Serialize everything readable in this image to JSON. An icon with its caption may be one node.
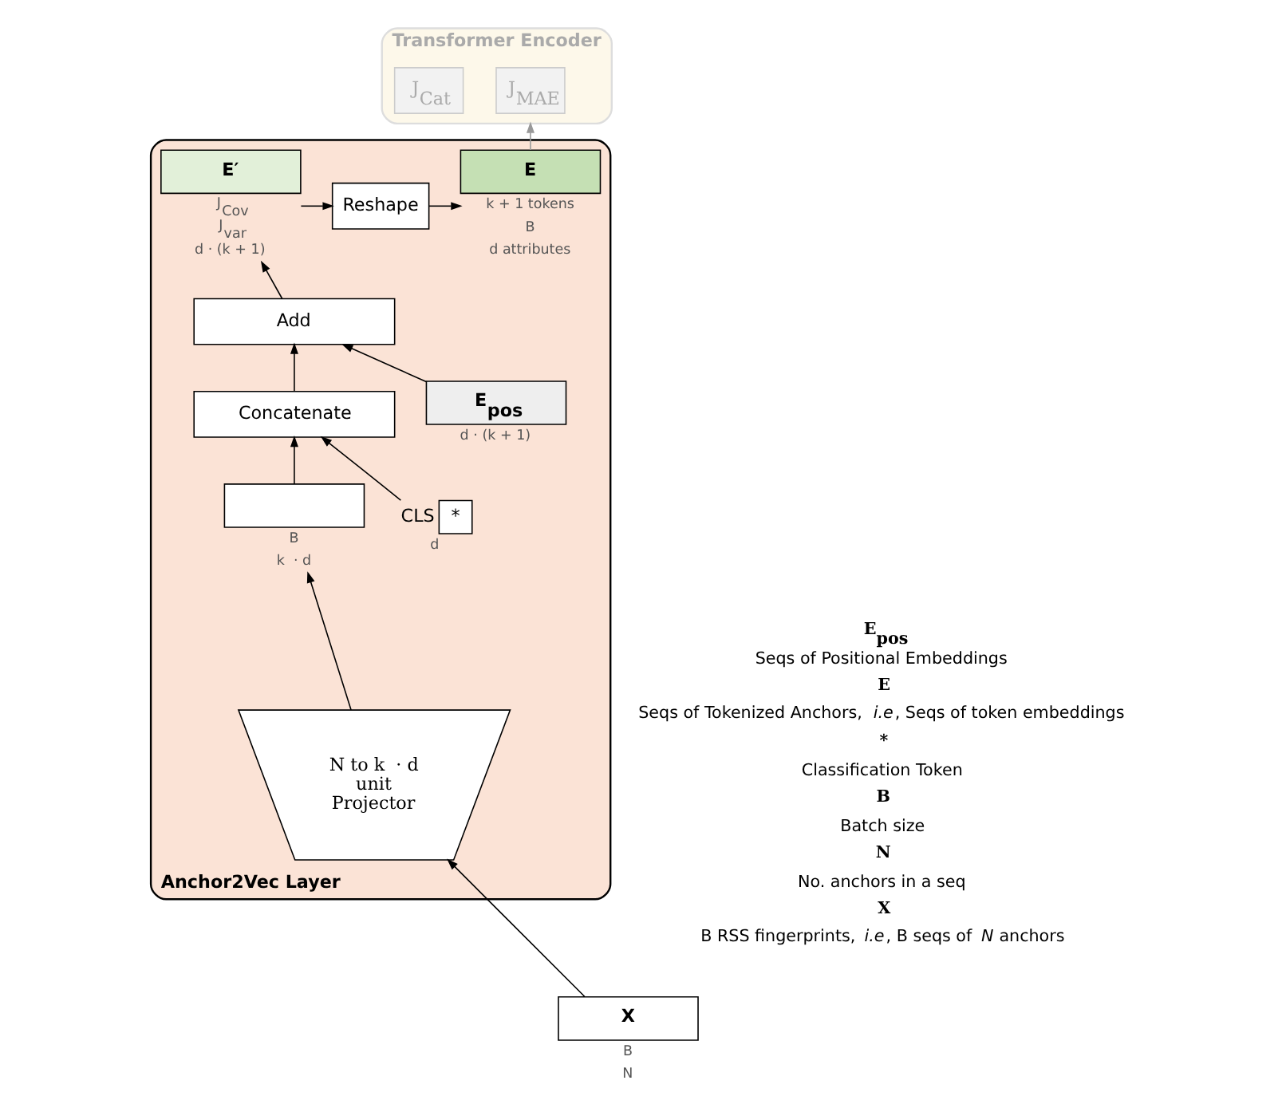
{
  "diagram": {
    "nodes": [
      {
        "text": [
          "Transformer Encoder"
        ]
      },
      {
        "text": [
          "J$_{MAE}$"
        ],
        "in": 0
      },
      {
        "text": [
          "J$_{Cat}$"
        ],
        "in": 0
      },
      {
        "text": [
          "Anchor2Vec Layer"
        ]
      },
      {
        "text": [
          "E′"
        ],
        "beside": [
          "J$_{Cov}$",
          "J$_{var}$",
          "d · (k + 1)"
        ],
        "in": 3
      },
      {
        "text": [
          "Reshape"
        ],
        "in": 3
      },
      {
        "text": [
          "E"
        ],
        "beside": [
          "k + 1 tokens",
          "B",
          "d attributes"
        ],
        "in": 3
      },
      {
        "text": [
          "Add"
        ],
        "in": 3
      },
      {
        "text": [
          "Concatenate"
        ],
        "in": 3
      },
      {
        "text": [
          "CLS",
          "*"
        ],
        "beside": [
          "d"
        ],
        "in": 3
      },
      {
        "text": [],
        "shape": "box",
        "beside": [
          "B",
          "k  · d"
        ],
        "in": 3
      },
      {
        "text": [
          "E$_{pos}$"
        ],
        "beside": [
          "d · (k + 1)"
        ],
        "in": 3
      },
      {
        "text": [
          "N to k  · d unit Projector"
        ],
        "in": 3
      },
      {
        "text": [
          "X"
        ],
        "beside": [
          "B",
          "N"
        ]
      }
    ],
    "edges": [
      {
        "from": 13,
        "to": 12,
        "arrow": "to"
      },
      {
        "from": 12,
        "to": 10,
        "arrow": "to"
      },
      {
        "from": 9,
        "to": 8,
        "arrow": "to"
      },
      {
        "from": 10,
        "to": 8,
        "arrow": "to"
      },
      {
        "from": 8,
        "to": 7,
        "arrow": "to"
      },
      {
        "from": 11,
        "to": 7,
        "arrow": "to"
      },
      {
        "from": 7,
        "to": 4,
        "arrow": "to"
      },
      {
        "from": 4,
        "to": 5,
        "arrow": "to"
      },
      {
        "from": 5,
        "to": 6,
        "arrow": "to"
      },
      {
        "from": 6,
        "to": 0,
        "arrow": "to",
        "color": "#999999"
      }
    ],
    "labels": [
      "E$_{pos}$",
      "E",
      "*",
      "B",
      "N",
      "X"
    ],
    "legend": [
      {
        "text": "Seqs of Positional Embeddings"
      },
      {
        "text": "Seqs of Tokenized Anchors, *i.e*, Seqs of token embeddings"
      },
      {
        "text": "Classification Token"
      },
      {
        "text": "Batch size"
      },
      {
        "text": "No. anchors in a seq"
      },
      {
        "text": "B RSS fingerprints, *i.e*, B seqs of *N* anchors"
      }
    ]
  }
}
